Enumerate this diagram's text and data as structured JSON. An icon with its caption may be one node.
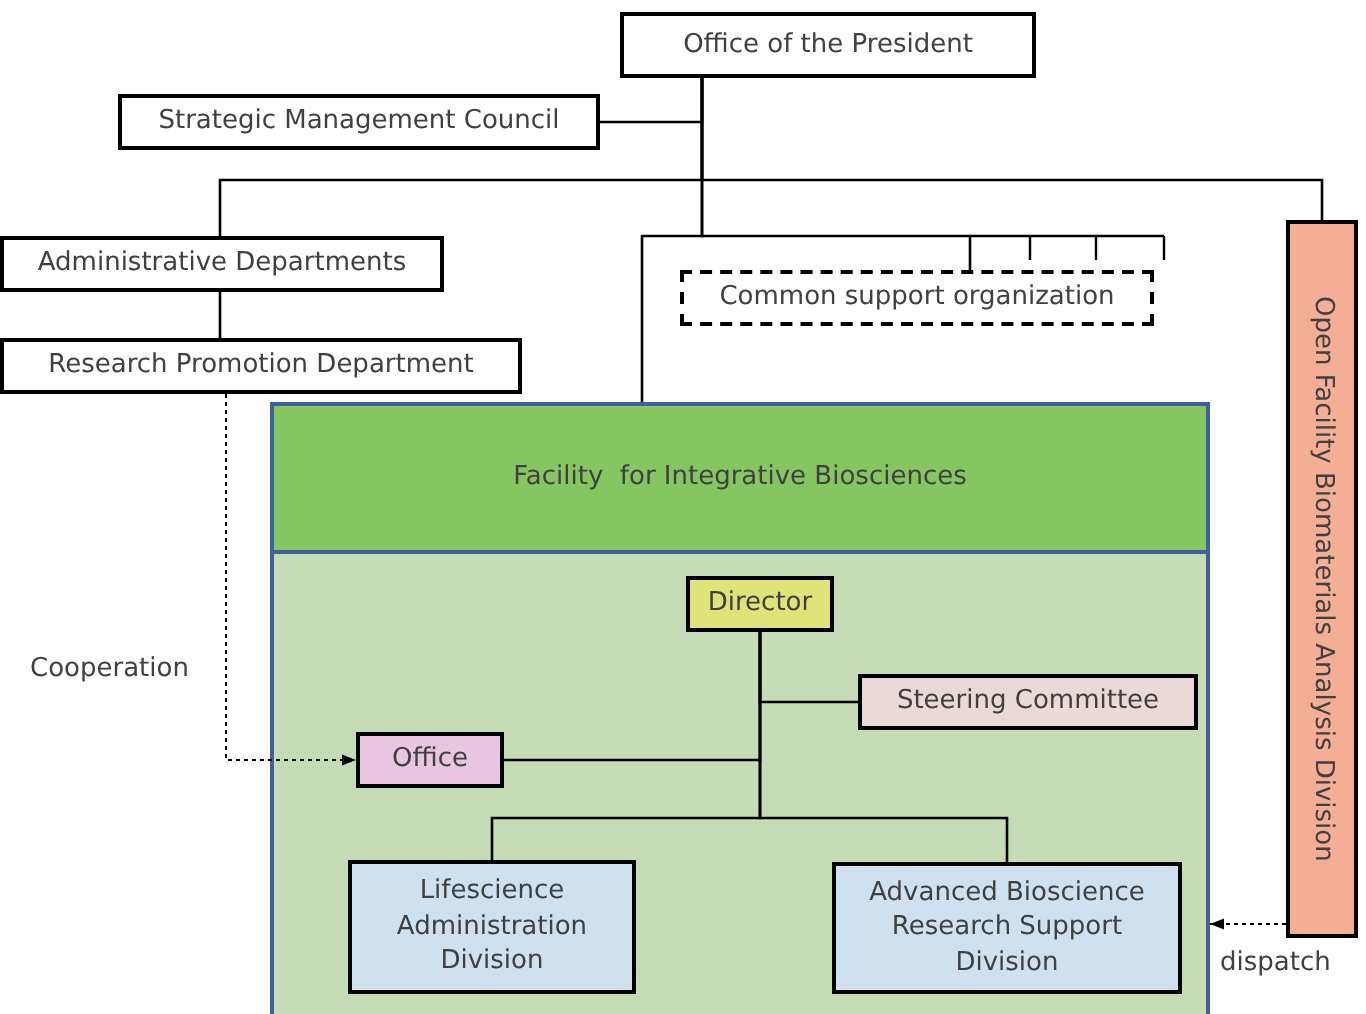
{
  "diagram": {
    "nodes": [
      {
        "text": [
          "Office of the President"
        ]
      },
      {
        "text": [
          "Strategic Management Council"
        ]
      },
      {
        "text": [
          "Administrative Departments"
        ]
      },
      {
        "text": [
          "Research Promotion Department"
        ]
      },
      {
        "text": [
          "Common support organization"
        ]
      },
      {
        "text": [
          "Open Facility Biomaterials Analysis Division"
        ]
      },
      {
        "text": [
          "Facility  for Integrative Biosciences"
        ]
      },
      {
        "text": [
          "Director"
        ],
        "in": 6
      },
      {
        "text": [
          "Steering Committee"
        ],
        "in": 6
      },
      {
        "text": [
          "Office"
        ],
        "in": 6
      },
      {
        "text": [
          "Lifescience Administration Division"
        ],
        "in": 6
      },
      {
        "text": [
          "Advanced Bioscience Research Support Division"
        ],
        "in": 6
      }
    ],
    "edges": [
      {
        "from": 0,
        "to": 1,
        "arrow": "none"
      },
      {
        "from": 0,
        "to": 2,
        "arrow": "none"
      },
      {
        "from": 0,
        "to": 6,
        "arrow": "none"
      },
      {
        "from": 0,
        "to": 4,
        "arrow": "none"
      },
      {
        "from": 0,
        "to": 5,
        "arrow": "none"
      },
      {
        "from": 2,
        "to": 3,
        "arrow": "none"
      },
      {
        "from": 3,
        "to": 9,
        "arrow": "to",
        "style": "dashed",
        "label": "Cooperation"
      },
      {
        "from": 5,
        "to": 6,
        "arrow": "to",
        "style": "dashed",
        "label": "dispatch"
      },
      {
        "from": 7,
        "to": 8,
        "arrow": "none"
      },
      {
        "from": 7,
        "to": 9,
        "arrow": "none"
      },
      {
        "from": 7,
        "to": 10,
        "arrow": "none"
      },
      {
        "from": 7,
        "to": 11,
        "arrow": "none"
      }
    ]
  }
}
